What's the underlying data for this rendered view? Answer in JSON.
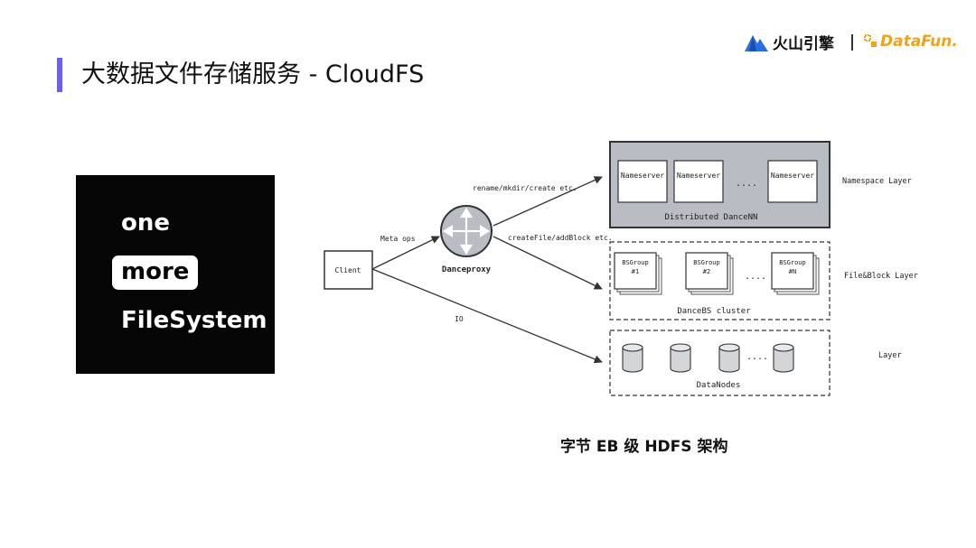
{
  "header": {
    "title": "大数据文件存储服务 - CloudFS",
    "logo_volc": "火山引擎",
    "logo_datafun": "DataFun."
  },
  "card": {
    "words": [
      "one",
      "more",
      "FileSystem"
    ]
  },
  "diagram": {
    "client": "Client",
    "proxy": "Danceproxy",
    "edge_meta": "Meta ops",
    "edge_rename": "rename/mkdir/create etc.",
    "edge_create": "createFile/addBlock etc.",
    "edge_io": "IO",
    "namespace": {
      "nodes": [
        "Nameserver",
        "Nameserver",
        "Nameserver"
      ],
      "ellipsis": "....",
      "label": "Distributed DanceNN",
      "layer": "Namespace Layer"
    },
    "fileblock": {
      "groups": [
        {
          "name": "BSGroup",
          "num": "#1"
        },
        {
          "name": "BSGroup",
          "num": "#2"
        },
        {
          "name": "BSGroup",
          "num": "#N"
        }
      ],
      "ellipsis": "....",
      "label": "DanceBS cluster",
      "layer": "File&Block Layer"
    },
    "data": {
      "ellipsis": "....",
      "label": "DataNodes",
      "layer": "Layer"
    }
  },
  "caption": "字节 EB 级 HDFS 架构"
}
